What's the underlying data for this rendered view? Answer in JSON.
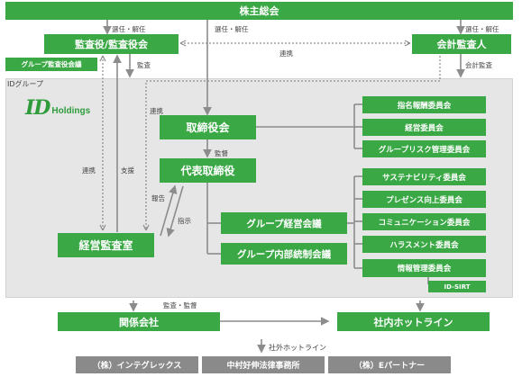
{
  "top": {
    "shareholders_meeting": "株主総会"
  },
  "auditors": {
    "board": "監査役/監査役会",
    "group_council": "グループ監査役会議",
    "accounting_auditor": "会計監査人"
  },
  "group_region": {
    "label": "IDグループ"
  },
  "logo": {
    "mark": "ID",
    "text": "Holdings"
  },
  "board_of_directors": "取締役会",
  "representative_director": "代表取締役",
  "committees_top": [
    "指名報酬委員会",
    "経営委員会",
    "グループリスク管理委員会"
  ],
  "committees_bottom": [
    "サステナビリティ委員会",
    "プレゼンス向上委員会",
    "コミュニケーション委員会",
    "ハラスメント委員会",
    "情報管理委員会"
  ],
  "id_sirt": "ID-SIRT",
  "group_management_meeting": "グループ経営会議",
  "internal_control_meeting": "グループ内部統制会議",
  "management_audit_office": "経営監査室",
  "affiliates": "関係会社",
  "hotline": "社内ホットライン",
  "external": {
    "label": "社外ホットライン",
    "items": [
      "（株）インテグレックス",
      "中村好伸法律事務所",
      "（株）Eパートナー"
    ]
  },
  "labels": {
    "elect_dismiss_left": "選任・解任",
    "elect_dismiss_center": "選任・解任",
    "elect_dismiss_right": "選任・解任",
    "cooperation_top": "連携",
    "audit": "監査",
    "accounting_audit": "会計監査",
    "cooperation_board": "連携",
    "supervision": "監督",
    "cooperation_left": "連携",
    "support": "支援",
    "report": "報告",
    "instruct": "指示",
    "audit_supervision": "監査・監督"
  },
  "colors": {
    "green": "#3aa845",
    "gray": "#8a8a8a",
    "region": "#e6e6e6",
    "line": "#8c8c8c"
  }
}
